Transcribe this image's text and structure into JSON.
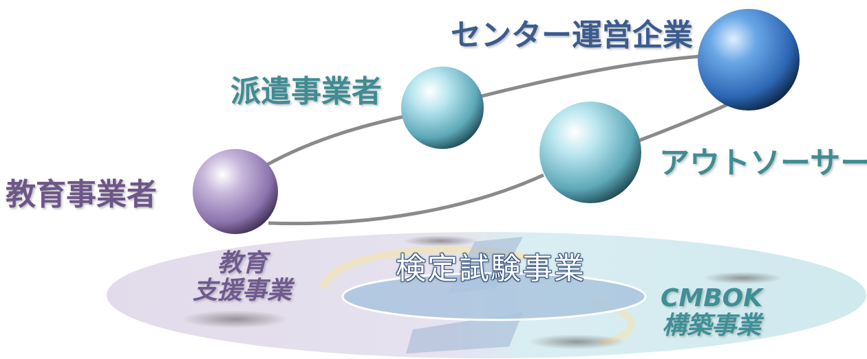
{
  "labels": {
    "center_operator": "センター運営企業",
    "dispatch": "派遣事業者",
    "outsourcer": "アウトソーサー",
    "education": "教育事業者",
    "education_support_line1": "教育",
    "education_support_line2": "支援事業",
    "exam": "検定試験事業",
    "cmbok_line1": "CMBOK",
    "cmbok_line2": "構築事業"
  },
  "colors": {
    "sphere_education": "#a892c4",
    "sphere_dispatch": "#8fd0de",
    "sphere_outsourcer": "#8fd0de",
    "sphere_center": "#3f78c2",
    "disc_left": "#e3dcec",
    "disc_right": "#d6ecf0",
    "exam_oval": "#a9c6e0",
    "connector": "#888888"
  }
}
